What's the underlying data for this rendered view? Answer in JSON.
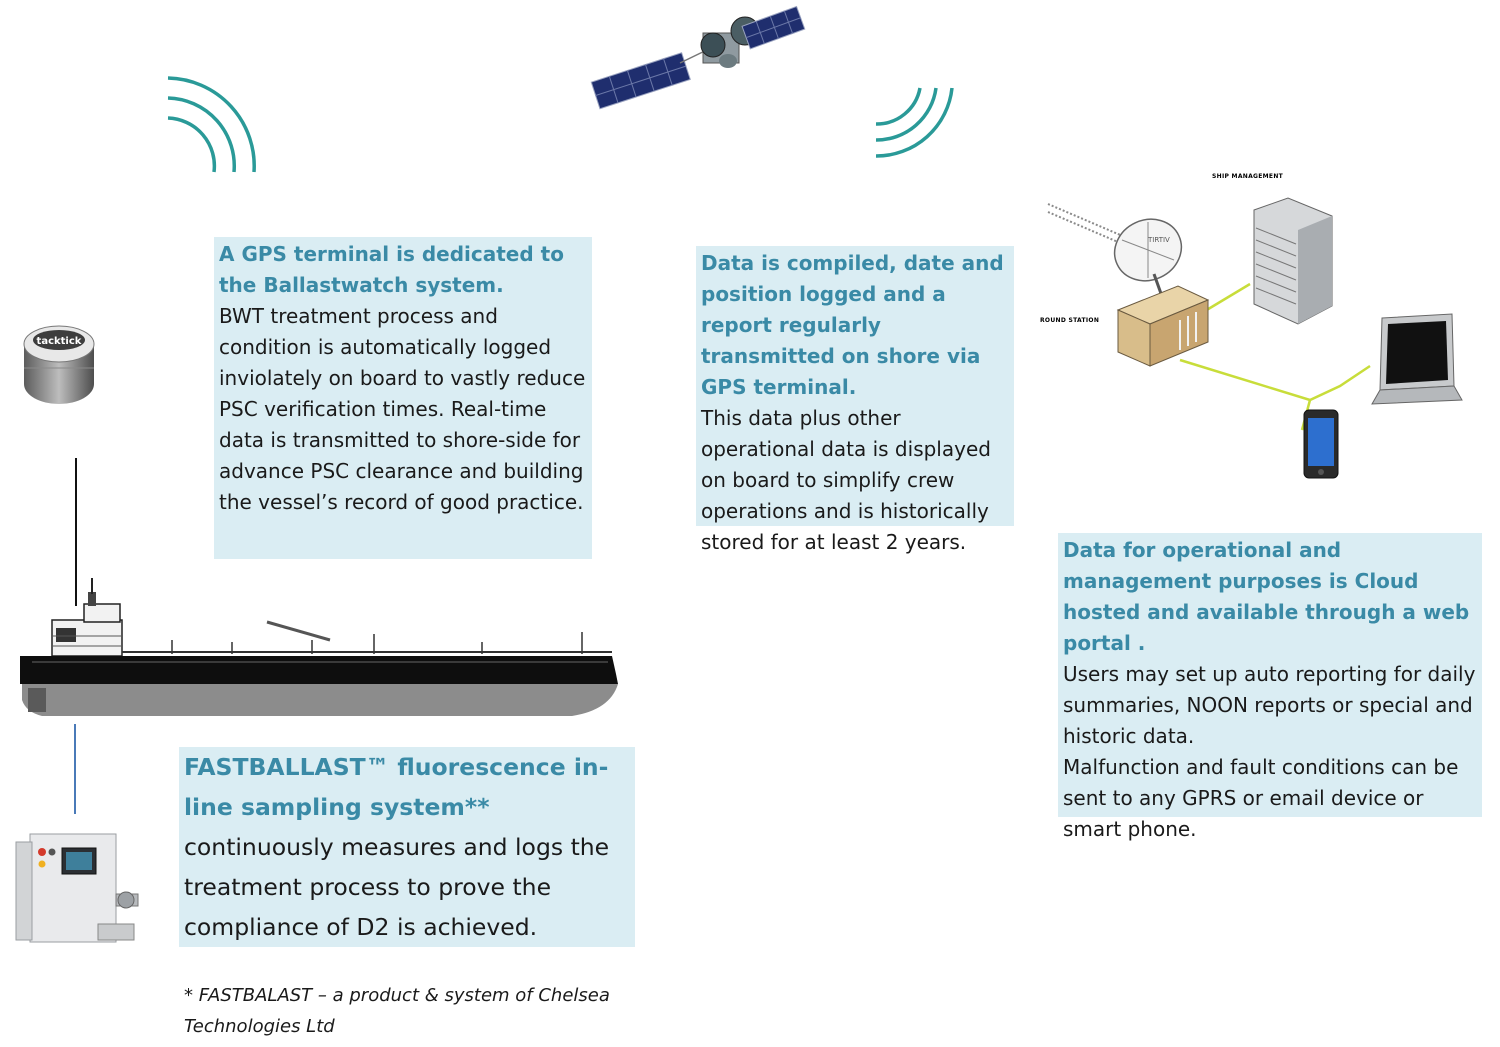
{
  "gps_box": {
    "heading": "A GPS terminal is dedicated to the Ballastwatch system.",
    "body": "BWT treatment process and condition is automatically logged inviolately on board to vastly reduce PSC verification times. Real-time data is transmitted to shore-side for advance PSC clearance and building the vessel’s record of good practice."
  },
  "data_box": {
    "heading": "Data is compiled, date and position logged and a report regularly transmitted on shore via GPS terminal.",
    "body": "This data plus other operational data is displayed on board to simplify crew operations and is historically stored for at least 2 years."
  },
  "cloud_box": {
    "heading": "Data for operational and management purposes is Cloud hosted and available through a web portal .",
    "body1": "Users may set up auto reporting for daily summaries, NOON reports or special and historic data.",
    "body2": "Malfunction and fault conditions can be sent to any GPRS or email device or smart phone."
  },
  "fastballast_box": {
    "heading": "FASTBALLAST™  fluorescence in-line sampling system**",
    "body": " continuously measures and logs the treatment process to prove the compliance of D2 is achieved."
  },
  "footnote": "* FASTBALAST – a product & system of Chelsea Technologies Ltd",
  "illustration": {
    "gps_device_brand": "tacktick",
    "ship_management_label": "SHIP MANAGEMENT",
    "ground_station_label": "ROUND STATION",
    "dish_label": "TIRTIV"
  },
  "colors": {
    "box_background": "#daedf3",
    "heading_text": "#3a8aa6",
    "signal_waves": "#2a9a98",
    "network_lines": "#c8dd3a"
  },
  "icons": [
    "satellite-icon",
    "signal-waves-left-icon",
    "signal-waves-right-icon",
    "gps-terminal-icon",
    "tanker-ship-icon",
    "sampling-unit-icon",
    "ground-station-icon",
    "office-building-icon",
    "laptop-icon",
    "smartphone-icon"
  ]
}
